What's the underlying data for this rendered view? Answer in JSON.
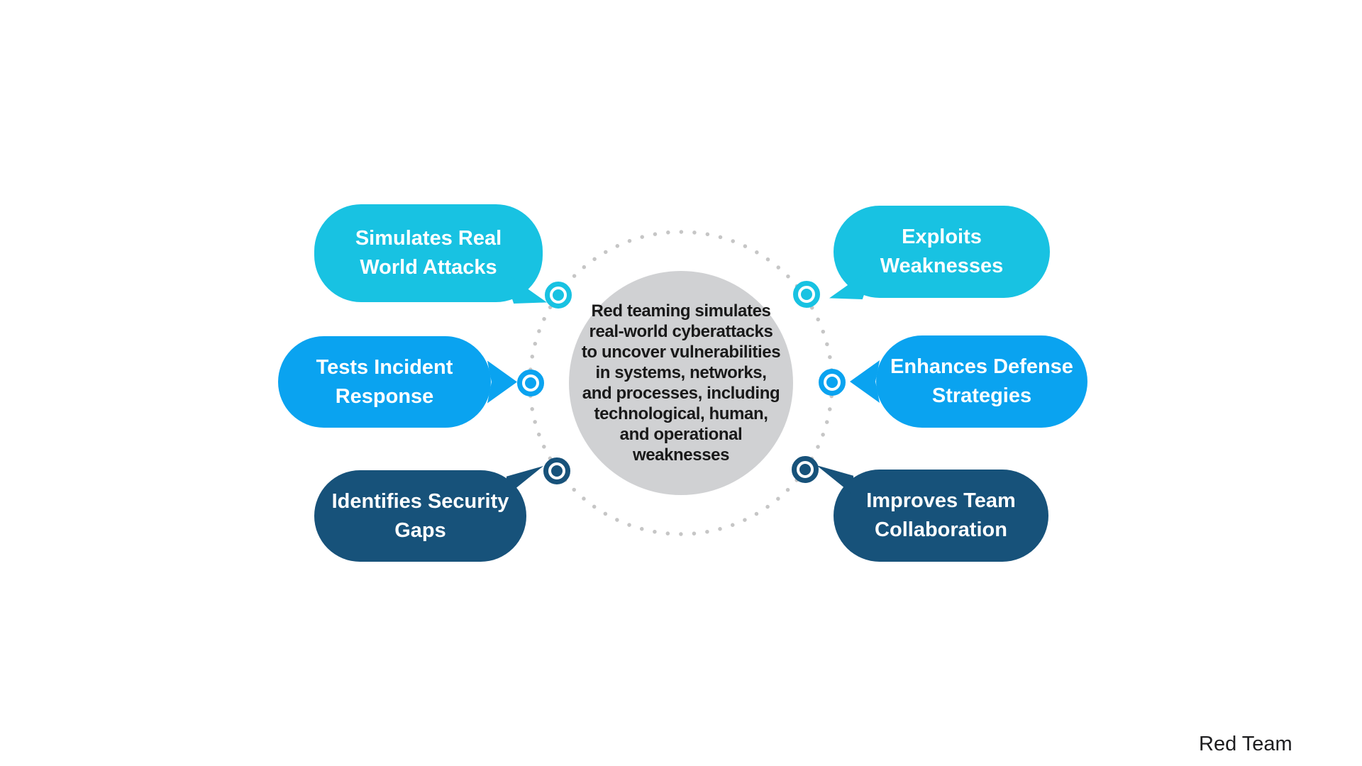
{
  "colors": {
    "cyan": "#18c2e2",
    "blue": "#0aa3f0",
    "navy": "#17527a",
    "center_circle_fill": "#d0d1d3",
    "dotted_ring": "#c6c6c6",
    "center_text": "#191919",
    "bubble_text": "#ffffff"
  },
  "center": {
    "lines": [
      "Red teaming simulates",
      "real-world cyberattacks",
      "to uncover vulnerabilities",
      "in systems, networks,",
      "and processes, including",
      "technological, human,",
      "and operational",
      "weaknesses"
    ]
  },
  "bubbles": [
    {
      "id": "simulates-real-world-attacks",
      "color": "cyan",
      "lines": [
        "Simulates Real",
        "World Attacks"
      ]
    },
    {
      "id": "exploits-weaknesses",
      "color": "cyan",
      "lines": [
        "Exploits",
        "Weaknesses"
      ]
    },
    {
      "id": "tests-incident-response",
      "color": "blue",
      "lines": [
        "Tests Incident",
        "Response"
      ]
    },
    {
      "id": "enhances-defense-strategies",
      "color": "blue",
      "lines": [
        "Enhances Defense",
        "Strategies"
      ]
    },
    {
      "id": "identifies-security-gaps",
      "color": "navy",
      "lines": [
        "Identifies Security",
        "Gaps"
      ]
    },
    {
      "id": "improves-team-collaboration",
      "color": "navy",
      "lines": [
        "Improves Team",
        "Collaboration"
      ]
    }
  ],
  "icons": {
    "connector": "bullseye-icon"
  },
  "footer": {
    "label": "Red Team"
  }
}
